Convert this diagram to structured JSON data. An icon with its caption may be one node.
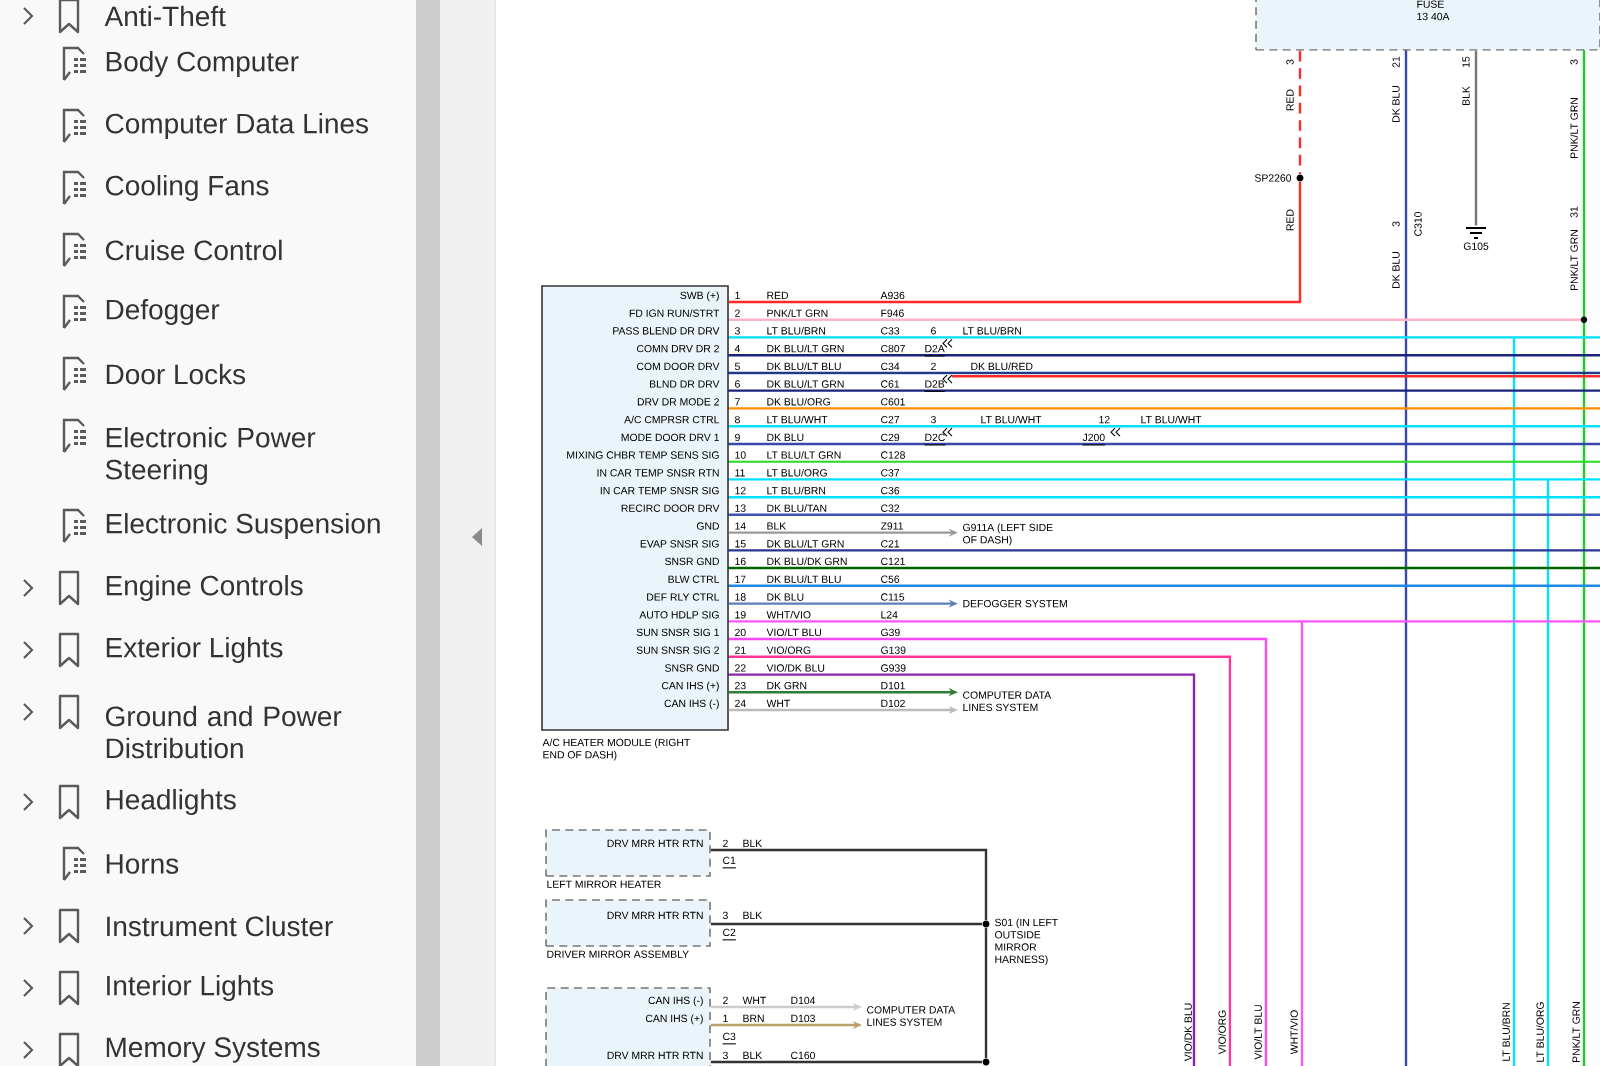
{
  "diagram": {
    "nodes": [
      {
        "text": [
          "SWB (+)",
          "FD IGN RUN/STRT",
          "PASS BLEND DR DRV",
          "COMN DRV DR 2",
          "COM DOOR DRV",
          "BLND DR DRV",
          "DRV DR MODE 2",
          "A/C CMPRSR CTRL",
          "MODE DOOR DRV 1",
          "MIXING CHBR TEMP SENS SIG",
          "IN CAR TEMP SNSR RTN",
          "IN CAR TEMP SNSR SIG",
          "RECIRC DOOR DRV",
          "GND",
          "EVAP SNSR SIG",
          "SNSR GND",
          "BLW CTRL",
          "DEF RLY CTRL",
          "AUTO HDLP SIG",
          "SUN SNSR SIG 1",
          "SUN SNSR SIG 2",
          "SNSR GND",
          "CAN IHS (+)",
          "CAN IHS (-)",
          "A/C HEATER MODULE (RIGHT END OF DASH)"
        ]
      },
      {
        "text": [
          "G911A (LEFT SIDE OF DASH)"
        ]
      },
      {
        "text": [
          "DEFOGGER SYSTEM"
        ]
      },
      {
        "text": [
          "COMPUTER DATA LINES SYSTEM"
        ]
      },
      {
        "text": [
          "DRV MRR HTR RTN",
          "LEFT MIRROR HEATER"
        ]
      },
      {
        "text": [
          "DRV MRR HTR RTN",
          "DRIVER MIRROR ASSEMBLY"
        ]
      },
      {
        "text": [
          "S01 (IN LEFT OUTSIDE MIRROR HARNESS)"
        ]
      },
      {
        "text": [
          "CAN IHS (-)",
          "CAN IHS (+)",
          "DRV MRR HTR RTN"
        ]
      },
      {
        "text": [
          "COMPUTER DATA LINES SYSTEM"
        ]
      },
      {
        "text": [
          "FUSE 13 40A"
        ]
      },
      {
        "text": [
          "SP2260"
        ]
      },
      {
        "text": [
          "G105"
        ]
      },
      {
        "text": [],
        "shape": "circle"
      }
    ],
    "edges": [
      {
        "from": 0,
        "to": 1,
        "arrow": "to",
        "color": "#999999"
      },
      {
        "from": 0,
        "to": 2,
        "arrow": "to",
        "color": "#5c7cba"
      },
      {
        "from": 0,
        "to": 3,
        "arrow": "to",
        "color": "#2e7d32"
      },
      {
        "from": 0,
        "to": 3,
        "arrow": "to",
        "color": "#bbbbbb"
      },
      {
        "from": 4,
        "to": 6,
        "arrow": "none"
      },
      {
        "from": 5,
        "to": 6,
        "arrow": "none"
      },
      {
        "from": 6,
        "to": 12,
        "arrow": "none"
      },
      {
        "from": 7,
        "to": 12,
        "arrow": "none"
      },
      {
        "from": 7,
        "to": 8,
        "arrow": "to",
        "color": "#cccccc"
      },
      {
        "from": 7,
        "to": 8,
        "arrow": "to",
        "color": "#b8a06a"
      },
      {
        "from": 9,
        "to": 10,
        "arrow": "none",
        "style": "dashed",
        "color": "#ff2a2a"
      },
      {
        "from": 9,
        "to": 11,
        "arrow": "none",
        "color": "#777777"
      },
      {
        "from": 0,
        "to": 10,
        "arrow": "none",
        "color": "#ff2a2a"
      }
    ],
    "labels": [
      "Anti-Theft",
      "Body Computer",
      "Computer Data Lines",
      "Cooling Fans",
      "Cruise Control",
      "Defogger",
      "Door Locks",
      "Electronic Power Steering",
      "Electronic Suspension",
      "Engine Controls",
      "Exterior Lights",
      "Ground and Power Distribution",
      "Headlights",
      "Horns",
      "Instrument Cluster",
      "Interior Lights",
      "Memory Systems",
      "3",
      "21",
      "15",
      "3",
      "RED",
      "DK BLU",
      "BLK",
      "PNK/LT GRN",
      "RED",
      "3",
      "C310",
      "31",
      "DK BLU",
      "PNK/LT GRN",
      "1",
      "RED",
      "A936",
      "2",
      "PNK/LT GRN",
      "F946",
      "3",
      "LT BLU/BRN",
      "C33",
      "4",
      "DK BLU/LT GRN",
      "C807",
      "5",
      "DK BLU/LT BLU",
      "C34",
      "6",
      "DK BLU/LT GRN",
      "C61",
      "7",
      "DK BLU/ORG",
      "C601",
      "8",
      "LT BLU/WHT",
      "C27",
      "9",
      "DK BLU",
      "C29",
      "10",
      "LT BLU/LT GRN",
      "C128",
      "11",
      "LT BLU/ORG",
      "C37",
      "12",
      "LT BLU/BRN",
      "C36",
      "13",
      "DK BLU/TAN",
      "C32",
      "14",
      "BLK",
      "Z911",
      "15",
      "DK BLU/LT GRN",
      "C21",
      "16",
      "DK BLU/DK GRN",
      "C121",
      "17",
      "DK BLU/LT BLU",
      "C56",
      "18",
      "DK BLU",
      "C115",
      "19",
      "WHT/VIO",
      "L24",
      "20",
      "VIO/LT BLU",
      "G39",
      "21",
      "VIO/ORG",
      "G139",
      "22",
      "VIO/DK BLU",
      "G939",
      "23",
      "DK GRN",
      "D101",
      "24",
      "WHT",
      "D102",
      "6",
      "LT BLU/BRN",
      "D2A",
      "2",
      "DK BLU/RED",
      "D2B",
      "3",
      "LT BLU/WHT",
      "12",
      "LT BLU/WHT",
      "D2C",
      "J200",
      "2",
      "BLK",
      "C1",
      "3",
      "BLK",
      "C2",
      "2",
      "WHT",
      "D104",
      "1",
      "BRN",
      "D103",
      "C3",
      "3",
      "BLK",
      "C160",
      "VIO/DK BLU",
      "VIO/ORG",
      "VIO/LT BLU",
      "WHT/VIO",
      "LT BLU/BRN",
      "LT BLU/ORG",
      "PNK/LT GRN"
    ]
  }
}
